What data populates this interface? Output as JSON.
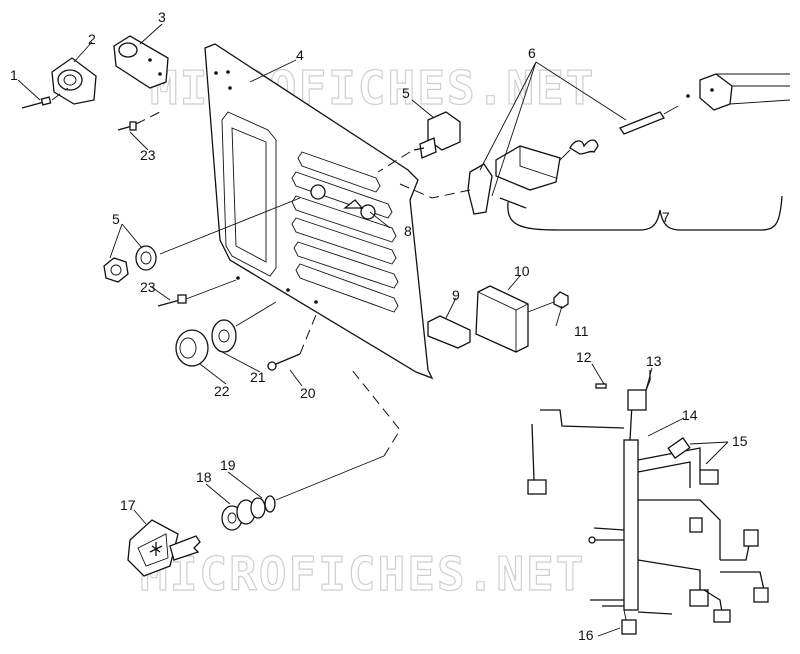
{
  "watermark": "MICROFICHES.NET",
  "callouts": [
    "1",
    "2",
    "3",
    "4",
    "5",
    "5",
    "6",
    "7",
    "8",
    "9",
    "10",
    "11",
    "12",
    "13",
    "14",
    "15",
    "16",
    "17",
    "18",
    "19",
    "20",
    "21",
    "22",
    "23",
    "23"
  ]
}
